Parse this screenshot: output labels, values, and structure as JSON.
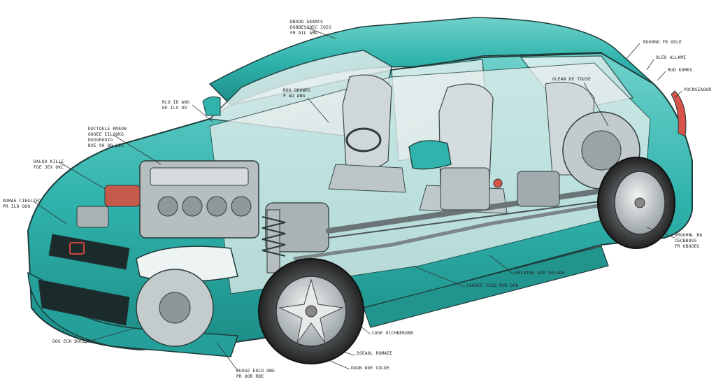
{
  "diagram": {
    "colors": {
      "body": "#2fb3ac",
      "body_dark": "#1c8c86",
      "body_light": "#7fd8d2",
      "glass": "#d9ecea",
      "line": "#1e3b3a",
      "metal": "#9aa3a6",
      "background": "#ffffff"
    },
    "labels": [
      {
        "id": "top-center",
        "lines": [
          "DBOOD GKAMCS",
          "DOBBESGOEC IOIG",
          "FR AIL AMD"
        ]
      },
      {
        "id": "cabin",
        "lines": [
          "DOO OKOWRS",
          "P AO ANG"
        ]
      },
      {
        "id": "left-upper",
        "lines": [
          "RLO ID ANG",
          "DE ILS OO"
        ]
      },
      {
        "id": "left-mid",
        "lines": [
          "DOCTOULE KMAON",
          "OOOEE EILOOKG",
          "DOGOROOIO",
          "RVE 99 80 LIS"
        ]
      },
      {
        "id": "left-engine",
        "lines": [
          "DALOO KILLE",
          "FOE JEX OKC"
        ]
      },
      {
        "id": "left-front",
        "lines": [
          "DOMAE CIEGLIEG",
          "PR ILO OOO"
        ]
      },
      {
        "id": "rear-window",
        "lines": [
          "OLEAN DE TOUSE"
        ]
      },
      {
        "id": "right-top-1",
        "lines": [
          "ROODNG FR OOLE"
        ]
      },
      {
        "id": "right-top-2",
        "lines": [
          "OLEO ALLAME"
        ]
      },
      {
        "id": "right-top-3",
        "lines": [
          "RUD KOMKS"
        ]
      },
      {
        "id": "right-rear",
        "lines": [
          "POCNSEAOOR"
        ]
      },
      {
        "id": "right-wheel",
        "lines": [
          "DROOHNL BA",
          "CECBBOSS",
          "FR OBOOEG"
        ]
      },
      {
        "id": "bottom-mid",
        "lines": [
          "RECKING OOO OOLOOG"
        ]
      },
      {
        "id": "bottom-exhaust",
        "lines": [
          "CAOOEE CEOO RUO DOO"
        ]
      },
      {
        "id": "bottom-wheel",
        "lines": [
          "CASE OICHBEROBB"
        ]
      },
      {
        "id": "bottom-brake",
        "lines": [
          "DSEAOL ROMAEE"
        ]
      },
      {
        "id": "bottom-caliper",
        "lines": [
          "DOOB DOE COLDE"
        ]
      },
      {
        "id": "bottom-left",
        "lines": [
          "DOG ECH DOCEIS"
        ]
      },
      {
        "id": "bottom-strut",
        "lines": [
          "DUOSE EOCO ONG",
          "PR OOR RDE"
        ]
      }
    ]
  }
}
